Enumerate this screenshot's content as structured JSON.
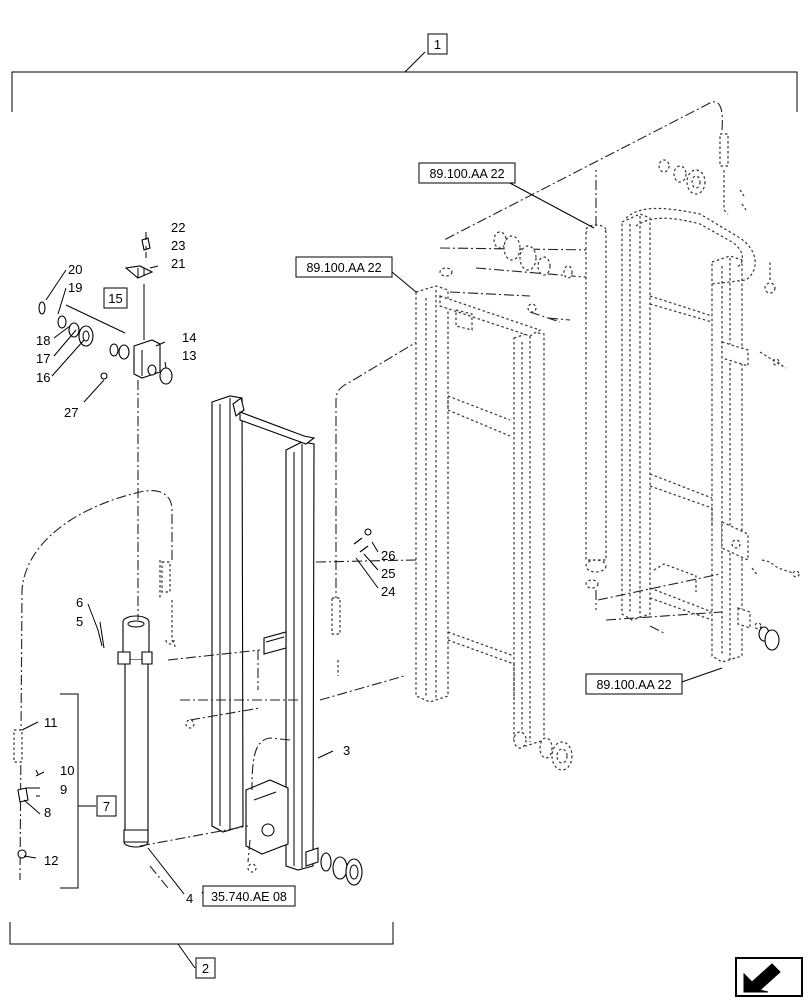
{
  "callouts": {
    "c1": "1",
    "c2": "2",
    "c3": "3",
    "c4": "4",
    "c5": "5",
    "c6": "6",
    "c7": "7",
    "c8": "8",
    "c9": "9",
    "c10": "10",
    "c11": "11",
    "c12": "12",
    "c13": "13",
    "c14": "14",
    "c15": "15",
    "c16": "16",
    "c17": "17",
    "c18": "18",
    "c19": "19",
    "c20": "20",
    "c21": "21",
    "c22": "22",
    "c23": "23",
    "c24": "24",
    "c25": "25",
    "c26": "26",
    "c27": "27"
  },
  "references": {
    "ref_top": "89.100.AA 22",
    "ref_left": "89.100.AA 22",
    "ref_bottom": "89.100.AA 22",
    "ref_cylinder": "35.740.AE 08"
  },
  "icons": {
    "nav": "next-page-arrow-icon"
  }
}
